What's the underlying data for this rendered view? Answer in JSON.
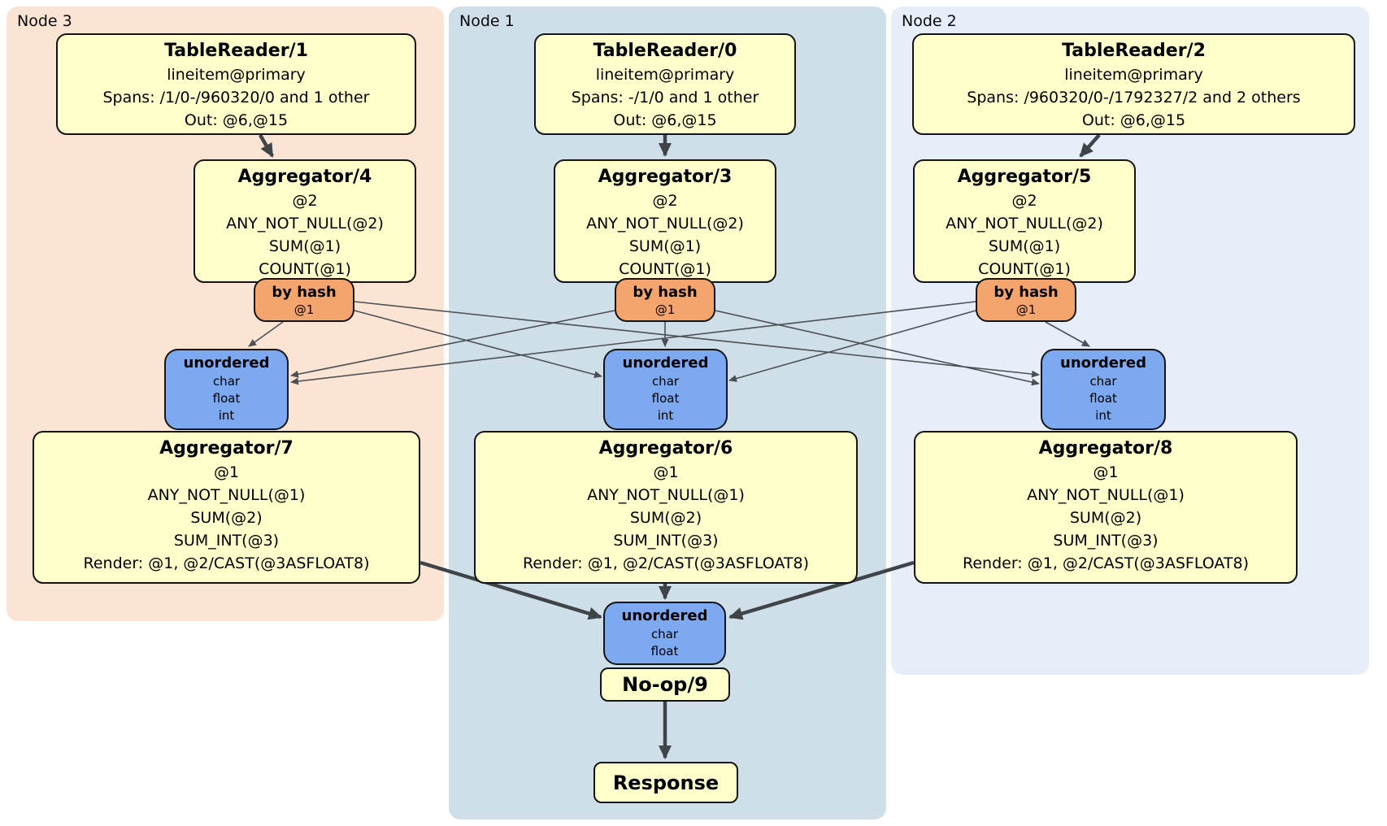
{
  "diagram": {
    "title": "distributed SQL query plan",
    "colors": {
      "node3_bg": "#fce4d5",
      "node1_bg": "#cedfe9",
      "node2_bg": "#e8eef9",
      "box_fill": "#ffffcc",
      "router_fill": "#f4a56e",
      "sync_fill": "#7da9f1",
      "edge_thick": "#3f4448",
      "edge_thin": "#4c5054"
    },
    "panels": {
      "node3": {
        "label": "Node 3"
      },
      "node1": {
        "label": "Node 1"
      },
      "node2": {
        "label": "Node 2"
      }
    },
    "nodes": {
      "tr1": {
        "title": "TableReader/1",
        "lines": [
          "lineitem@primary",
          "Spans: /1/0-/960320/0 and 1 other",
          "Out: @6,@15"
        ]
      },
      "tr0": {
        "title": "TableReader/0",
        "lines": [
          "lineitem@primary",
          "Spans: -/1/0 and 1 other",
          "Out: @6,@15"
        ]
      },
      "tr2": {
        "title": "TableReader/2",
        "lines": [
          "lineitem@primary",
          "Spans: /960320/0-/1792327/2 and 2 others",
          "Out: @6,@15"
        ]
      },
      "agg4": {
        "title": "Aggregator/4",
        "lines": [
          "@2",
          "ANY_NOT_NULL(@2)",
          "SUM(@1)",
          "COUNT(@1)"
        ]
      },
      "agg3": {
        "title": "Aggregator/3",
        "lines": [
          "@2",
          "ANY_NOT_NULL(@2)",
          "SUM(@1)",
          "COUNT(@1)"
        ]
      },
      "agg5": {
        "title": "Aggregator/5",
        "lines": [
          "@2",
          "ANY_NOT_NULL(@2)",
          "SUM(@1)",
          "COUNT(@1)"
        ]
      },
      "router3": {
        "title": "by hash",
        "lines": [
          "@1"
        ]
      },
      "router1": {
        "title": "by hash",
        "lines": [
          "@1"
        ]
      },
      "router2": {
        "title": "by hash",
        "lines": [
          "@1"
        ]
      },
      "sync3": {
        "title": "unordered",
        "lines": [
          "char",
          "float",
          "int"
        ]
      },
      "sync1": {
        "title": "unordered",
        "lines": [
          "char",
          "float",
          "int"
        ]
      },
      "sync2": {
        "title": "unordered",
        "lines": [
          "char",
          "float",
          "int"
        ]
      },
      "agg7": {
        "title": "Aggregator/7",
        "lines": [
          "@1",
          "ANY_NOT_NULL(@1)",
          "SUM(@2)",
          "SUM_INT(@3)",
          "Render: @1, @2/CAST(@3ASFLOAT8)"
        ]
      },
      "agg6": {
        "title": "Aggregator/6",
        "lines": [
          "@1",
          "ANY_NOT_NULL(@1)",
          "SUM(@2)",
          "SUM_INT(@3)",
          "Render: @1, @2/CAST(@3ASFLOAT8)"
        ]
      },
      "agg8": {
        "title": "Aggregator/8",
        "lines": [
          "@1",
          "ANY_NOT_NULL(@1)",
          "SUM(@2)",
          "SUM_INT(@3)",
          "Render: @1, @2/CAST(@3ASFLOAT8)"
        ]
      },
      "syncFinal": {
        "title": "unordered",
        "lines": [
          "char",
          "float"
        ]
      },
      "noop": {
        "title": "No-op/9"
      },
      "response": {
        "title": "Response"
      }
    }
  }
}
